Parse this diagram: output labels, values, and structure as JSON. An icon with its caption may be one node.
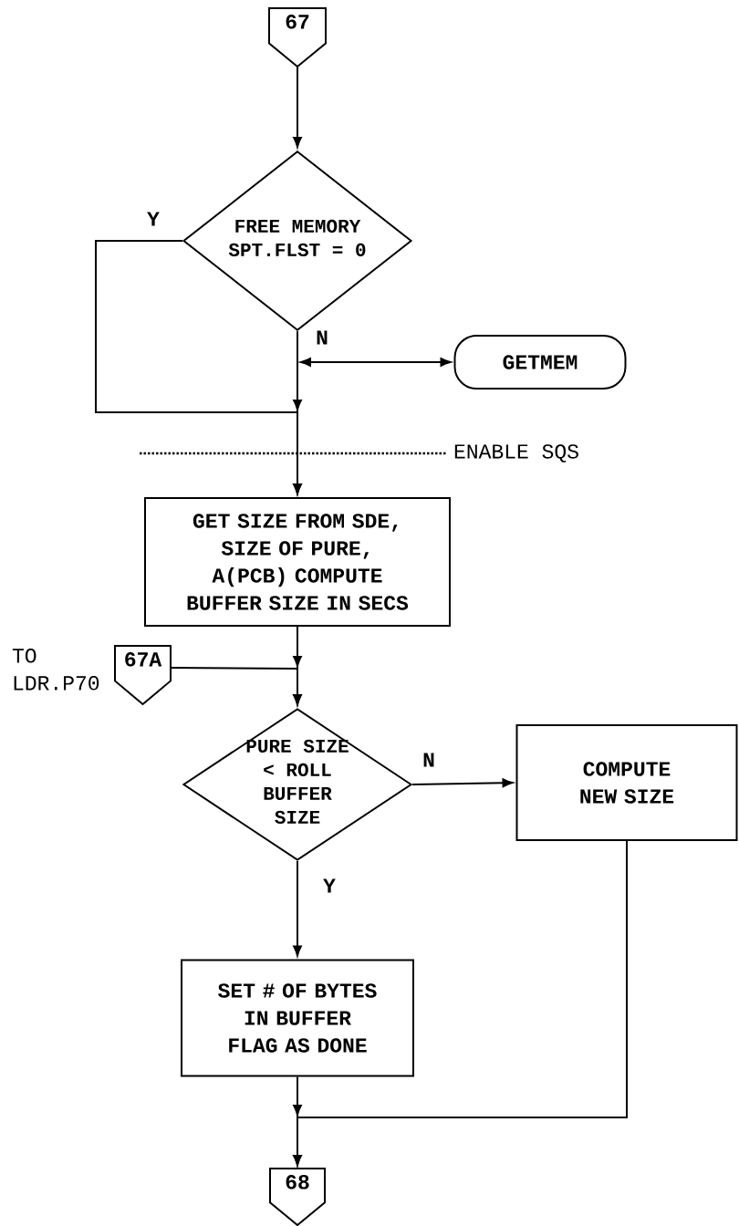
{
  "diagram": {
    "nodes": [
      {
        "text": [
          "67"
        ]
      },
      {
        "text": [
          "FREE MEMORY SPT.FLST = 0"
        ]
      },
      {
        "text": [
          "GETMEM"
        ]
      },
      {
        "text": [
          "GET SIZE FROM SDE, SIZE OF PURE, A(PCB) COMPUTE BUFFER SIZE IN SECS"
        ]
      },
      {
        "text": [
          "67A"
        ],
        "beside": [
          "TO LDR.P70"
        ]
      },
      {
        "text": [
          "PURE SIZE < ROLL BUFFER SIZE"
        ]
      },
      {
        "text": [
          "COMPUTE NEW SIZE"
        ]
      },
      {
        "text": [
          "SET # OF BYTES IN BUFFER FLAG AS DONE"
        ]
      },
      {
        "text": [
          "68"
        ]
      }
    ],
    "edges": [
      {
        "from": 0,
        "to": 1,
        "arrow": "to"
      },
      {
        "from": 1,
        "to": 3,
        "arrow": "to",
        "label": "N"
      },
      {
        "from": 1,
        "to": 3,
        "arrow": "to",
        "label": "Y"
      },
      {
        "from": null,
        "to": 2,
        "arrow": "both"
      },
      {
        "from": 3,
        "to": 5,
        "arrow": "to"
      },
      {
        "from": 4,
        "to": 5,
        "arrow": "to"
      },
      {
        "from": 5,
        "to": 6,
        "arrow": "to",
        "label": "N"
      },
      {
        "from": 5,
        "to": 7,
        "arrow": "to",
        "label": "Y"
      },
      {
        "from": 7,
        "to": 8,
        "arrow": "to"
      },
      {
        "from": 6,
        "to": 8,
        "arrow": "to"
      }
    ],
    "labels": [
      "ENABLE SQS"
    ]
  }
}
